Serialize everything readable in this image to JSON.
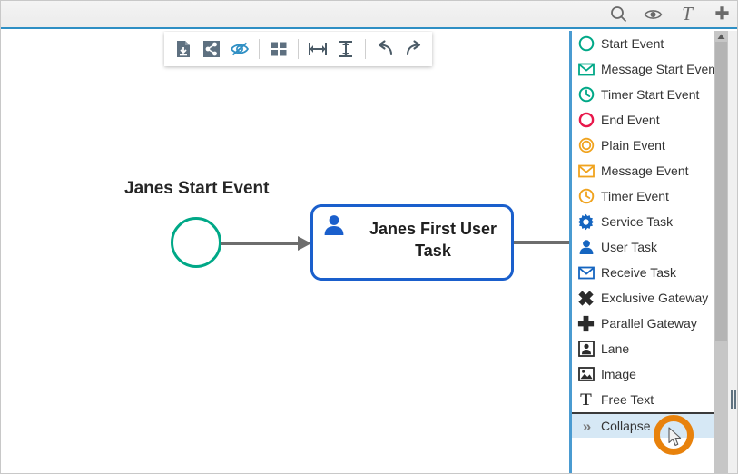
{
  "header": {
    "icons": [
      {
        "name": "search-icon",
        "label": "Search"
      },
      {
        "name": "eye-icon",
        "label": "Show / Hide"
      },
      {
        "name": "text-icon",
        "label": "T"
      },
      {
        "name": "move-icon",
        "label": "Move"
      }
    ]
  },
  "toolbar": {
    "buttons": [
      {
        "name": "download-icon",
        "label": "Download"
      },
      {
        "name": "share-icon",
        "label": "Share"
      },
      {
        "name": "eye-off-icon",
        "label": "Hide"
      },
      {
        "name": "grid-icon",
        "label": "Grid"
      },
      {
        "name": "align-horizontal-icon",
        "label": "Align Horizontal"
      },
      {
        "name": "align-vertical-icon",
        "label": "Align Vertical"
      },
      {
        "name": "undo-icon",
        "label": "Undo"
      },
      {
        "name": "redo-icon",
        "label": "Redo"
      }
    ]
  },
  "diagram": {
    "start_event_label": "Janes Start Event",
    "user_task_label": "Janes First User Task",
    "start_event_color": "#00a887",
    "user_task_color": "#1a5fcc",
    "connector_color": "#6d6d6d"
  },
  "palette": {
    "selected_index": 14,
    "accent_color": "#4a9bd1",
    "selected_bg": "#d6e8f5",
    "items": [
      {
        "label": "Start Event",
        "icon": "start-event-icon",
        "color": "#00a887",
        "separator": false
      },
      {
        "label": "Message Start Event",
        "icon": "message-start-event-icon",
        "color": "#00a887",
        "separator": false
      },
      {
        "label": "Timer Start Event",
        "icon": "timer-start-event-icon",
        "color": "#00a887",
        "separator": false
      },
      {
        "label": "End Event",
        "icon": "end-event-icon",
        "color": "#e8174a",
        "separator": false
      },
      {
        "label": "Plain Event",
        "icon": "plain-event-icon",
        "color": "#f0a31e",
        "separator": false
      },
      {
        "label": "Message Event",
        "icon": "message-event-icon",
        "color": "#f0a31e",
        "separator": false
      },
      {
        "label": "Timer Event",
        "icon": "timer-event-icon",
        "color": "#f0a31e",
        "separator": false
      },
      {
        "label": "Service Task",
        "icon": "service-task-icon",
        "color": "#1565c0",
        "separator": false
      },
      {
        "label": "User Task",
        "icon": "user-task-icon",
        "color": "#1565c0",
        "separator": false
      },
      {
        "label": "Receive Task",
        "icon": "receive-task-icon",
        "color": "#1565c0",
        "separator": false
      },
      {
        "label": "Exclusive Gateway",
        "icon": "exclusive-gateway-icon",
        "color": "#2b2b2b",
        "separator": false
      },
      {
        "label": "Parallel Gateway",
        "icon": "parallel-gateway-icon",
        "color": "#2b2b2b",
        "separator": false
      },
      {
        "label": "Lane",
        "icon": "lane-icon",
        "color": "#2b2b2b",
        "separator": false
      },
      {
        "label": "Image",
        "icon": "image-icon",
        "color": "#2b2b2b",
        "separator": false
      },
      {
        "label": "Free Text",
        "icon": "free-text-icon",
        "color": "#2b2b2b",
        "separator": false
      },
      {
        "label": "Collapse",
        "icon": "collapse-icon",
        "color": "#777777",
        "separator": true
      }
    ]
  },
  "cursor": {
    "highlight_color": "#e8820c"
  }
}
